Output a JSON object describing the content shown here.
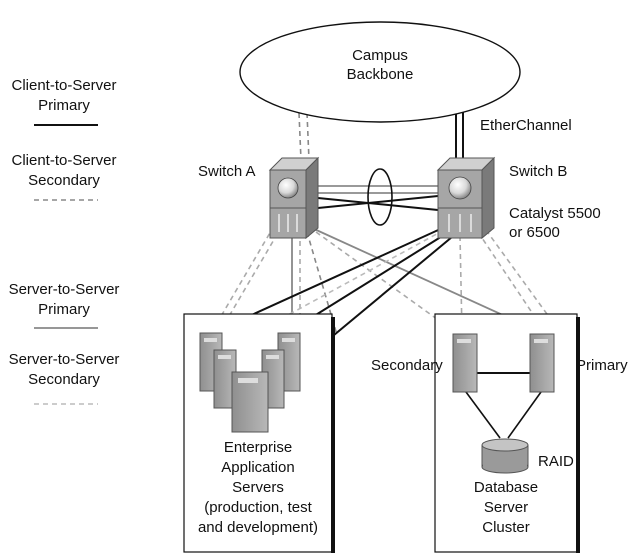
{
  "backbone": {
    "line1": "Campus",
    "line2": "Backbone"
  },
  "legend": [
    {
      "line1": "Client-to-Server",
      "line2": "Primary"
    },
    {
      "line1": "Client-to-Server",
      "line2": "Secondary"
    },
    {
      "line1": "Server-to-Server",
      "line2": "Primary"
    },
    {
      "line1": "Server-to-Server",
      "line2": "Secondary"
    }
  ],
  "switch_a": {
    "label": "Switch A"
  },
  "switch_b": {
    "label": "Switch B",
    "model_line1": "Catalyst 5500",
    "model_line2": "or 6500"
  },
  "etherchannel": {
    "label": "EtherChannel"
  },
  "app_servers": {
    "line1": "Enterprise",
    "line2": "Application",
    "line3": "Servers",
    "line4": "(production, test",
    "line5": "and development)"
  },
  "db_cluster": {
    "secondary": "Secondary",
    "primary": "Primary",
    "raid": "RAID",
    "line1": "Database",
    "line2": "Server",
    "line3": "Cluster"
  },
  "colors": {
    "line_dark": "#111111",
    "line_gray": "#8a8a8a",
    "line_light": "#b0b0b0",
    "device_fill": "#a9a9a9",
    "device_dark": "#6e6e6e"
  }
}
